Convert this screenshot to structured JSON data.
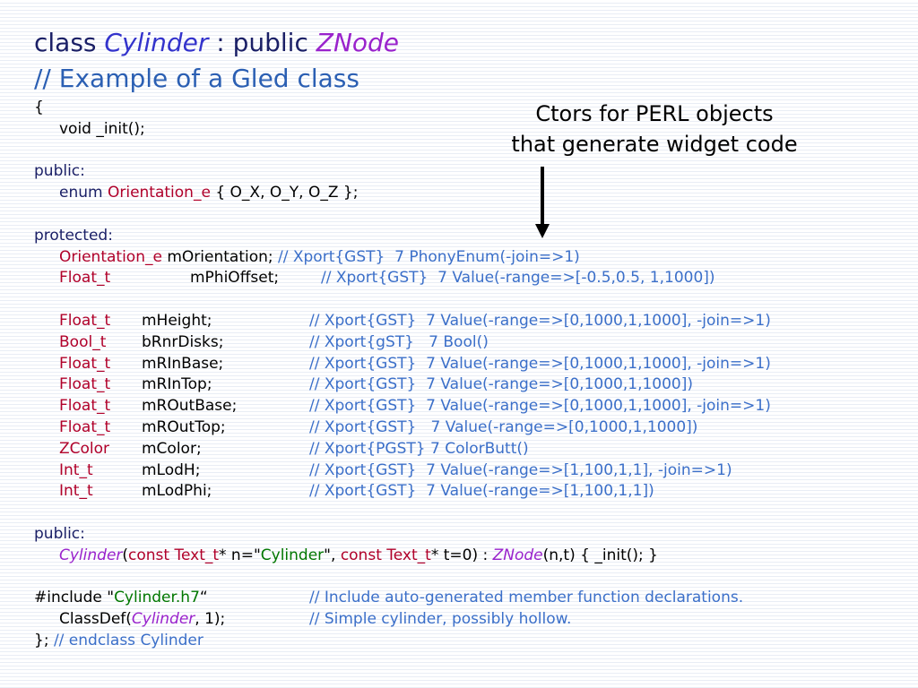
{
  "title": {
    "line1_class": "class",
    "line1_name": "Cylinder",
    "line1_sep": ": public",
    "line1_base": "ZNode",
    "line2": "// Example of a Gled class"
  },
  "annotation": {
    "line1": "Ctors for PERL objects",
    "line2": "that generate widget code"
  },
  "code": {
    "open_brace": "{",
    "init_decl": "void _init();",
    "public1": "public:",
    "enum_kw": "enum",
    "enum_name": "Orientation_e",
    "enum_body": "{ O_X, O_Y, O_Z };",
    "protected": "protected:",
    "orient": {
      "type": "Orientation_e",
      "name": "mOrientation;",
      "comment": "// Xport{GST}  7 PhonyEnum(-join=>1)"
    },
    "phi": {
      "type": "Float_t",
      "name": "mPhiOffset;",
      "comment": "// Xport{GST}  7 Value(-range=>[-0.5,0.5, 1,1000])"
    },
    "members": [
      {
        "type": "Float_t",
        "name": "mHeight;",
        "comment": "// Xport{GST}  7 Value(-range=>[0,1000,1,1000], -join=>1)"
      },
      {
        "type": "Bool_t",
        "name": "bRnrDisks;",
        "comment": "// Xport{gST}   7 Bool()"
      },
      {
        "type": "Float_t",
        "name": "mRInBase;",
        "comment": "// Xport{GST}  7 Value(-range=>[0,1000,1,1000], -join=>1)"
      },
      {
        "type": "Float_t",
        "name": "mRInTop;",
        "comment": "// Xport{GST}  7 Value(-range=>[0,1000,1,1000])"
      },
      {
        "type": "Float_t",
        "name": "mROutBase;",
        "comment": "// Xport{GST}  7 Value(-range=>[0,1000,1,1000], -join=>1)"
      },
      {
        "type": "Float_t",
        "name": "mROutTop;",
        "comment": "// Xport{GST}   7 Value(-range=>[0,1000,1,1000])"
      },
      {
        "type": "ZColor",
        "name": "mColor;",
        "comment": "// Xport{PGST} 7 ColorButt()"
      },
      {
        "type": "Int_t",
        "name": "mLodH;",
        "comment": "// Xport{GST}  7 Value(-range=>[1,100,1,1], -join=>1)"
      },
      {
        "type": "Int_t",
        "name": "mLodPhi;",
        "comment": "// Xport{GST}  7 Value(-range=>[1,100,1,1])"
      }
    ],
    "public2": "public:",
    "ctor": {
      "name": "Cylinder",
      "p1": "(",
      "const1": "const Text_t",
      "p2": "* n=\"",
      "str": "Cylinder",
      "p3": "\", ",
      "const2": "const Text_t",
      "p4": "* t=0) : ",
      "base": "ZNode",
      "p5": "(n,t) { _init(); }"
    },
    "include": {
      "directive": "#include \"",
      "file": "Cylinder.h7",
      "close": "“",
      "comment": "// Include auto-generated member function declarations."
    },
    "classdef": {
      "pre": "ClassDef(",
      "name": "Cylinder",
      "post": ", 1);",
      "comment": "// Simple cylinder, possibly hollow."
    },
    "end": {
      "brace": "};",
      "comment": "// endclass Cylinder"
    }
  }
}
